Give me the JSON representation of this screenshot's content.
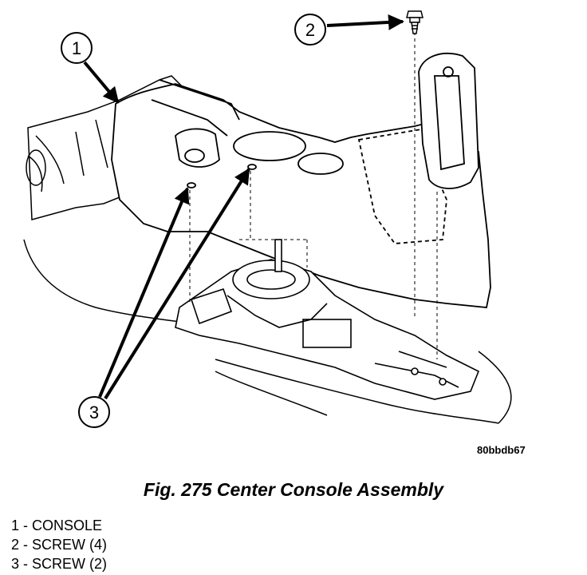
{
  "figure": {
    "code": "80bbdb67",
    "caption": "Fig. 275 Center Console Assembly"
  },
  "callouts": [
    {
      "number": "1"
    },
    {
      "number": "2"
    },
    {
      "number": "3"
    }
  ],
  "legend": [
    {
      "text": "1 - CONSOLE"
    },
    {
      "text": "2 - SCREW (4)"
    },
    {
      "text": "3 - SCREW (2)"
    }
  ],
  "colors": {
    "line": "#000000",
    "background": "#ffffff",
    "fill": "#ffffff"
  }
}
